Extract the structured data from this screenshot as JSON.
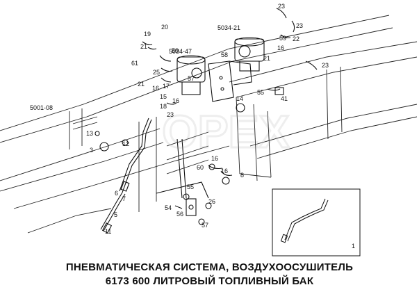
{
  "diagram": {
    "reference_codes": [
      "5001-08",
      "5034-21",
      "5034-47"
    ],
    "callouts": [
      "1",
      "3",
      "5",
      "6",
      "7",
      "8",
      "11",
      "12",
      "13",
      "14",
      "15",
      "16",
      "17",
      "18",
      "19",
      "20",
      "21",
      "22",
      "23",
      "25",
      "26",
      "41",
      "54",
      "55",
      "56",
      "57",
      "58",
      "59",
      "60",
      "61"
    ],
    "watermark_text": "OPEX"
  },
  "caption": {
    "line1": "ПНЕВМАТИЧЕСКАЯ СИСТЕМА, ВОЗДУХООСУШИТЕЛЬ",
    "line2": "6173  600 ЛИТРОВЫЙ ТОПЛИВНЫЙ БАК"
  },
  "colors": {
    "ink": "#111111",
    "paper": "#ffffff",
    "watermark": "#9a9a9a"
  }
}
